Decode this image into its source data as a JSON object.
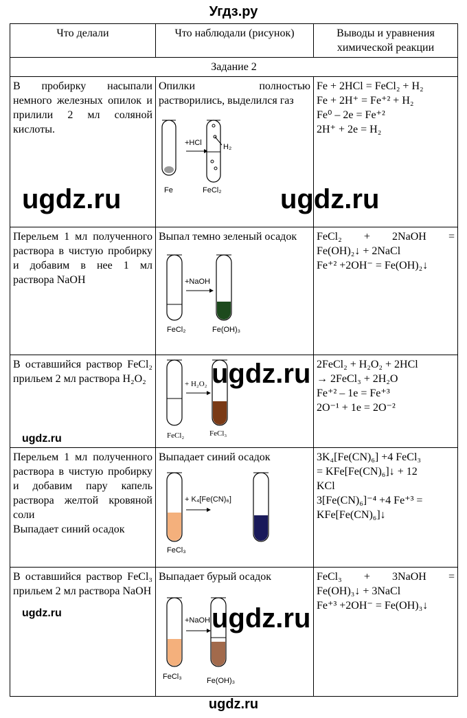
{
  "site": {
    "title": "Угдз.ру",
    "footer": "ugdz.ru"
  },
  "watermarks": {
    "big": "ugdz.ru",
    "small": "ugdz.ru"
  },
  "table": {
    "headers": [
      "Что делали",
      "Что наблюдали (рисунок)",
      "Выводы и уравнения химической реакции"
    ],
    "task_label": "Задание 2",
    "rows": [
      {
        "did": "В пробирку насыпали немного железных опилок и прилили 2 мл соляной кислоты.",
        "observed": "Опилки полностью растворились, выделился газ",
        "fig": {
          "reagent": "+HCl",
          "left_label": "Fe",
          "right_label": "FeCl₂",
          "gas_label": "H₂"
        },
        "eq": [
          "Fe + 2HCl = FeCl₂ + H₂",
          "Fe + 2H⁺ = Fe⁺² + H₂",
          "Fe⁰ – 2e = Fe⁺²",
          "2H⁺ + 2e = H₂"
        ]
      },
      {
        "did": "Перельем 1 мл полученного раствора в чистую пробирку и добавим в нее 1 мл раствора NaOH",
        "observed": "Выпал темно зеленый осадок",
        "fig": {
          "reagent": "+NaOH",
          "left_label": "FeCl₂",
          "right_label": "Fe(OH)₃"
        },
        "eq": [
          "FeCl₂ + 2NaOH =",
          "Fe(OH)₂↓ + 2NaCl",
          "Fe⁺² +2OH⁻ = Fe(OH)₂↓"
        ]
      },
      {
        "did": "В оставшийся раствор FeCl₂ прильем 2 мл раствора H₂O₂",
        "observed": "",
        "fig": {
          "reagent": "+ H₂O₂",
          "left_label": "FeCl₂",
          "right_label": "FeCl₃"
        },
        "eq": [
          "2FeCl₂ + H₂O₂ + 2HCl",
          "→ 2FeCl₃ + 2H₂O",
          "Fe⁺² – 1e = Fe⁺³",
          "2O⁻¹ + 1e = 2O⁻²"
        ]
      },
      {
        "did": "Перельем 1 мл полученного раствора в чистую пробирку и добавим пару капель раствора желтой кровяной соли",
        "did_extra": "Выпадает синий осадок",
        "observed": "Выпадает синий осадок",
        "fig": {
          "reagent": "+ K₄[Fe(CN)₆]",
          "left_label": "FeCl₃"
        },
        "eq": [
          "3K₄[Fe(CN)₆] +4 FeCl₃",
          "= KFe[Fe(CN)₆]↓ + 12",
          "KCl",
          "3[Fe(CN)₆]⁻⁴ +4 Fe⁺³ =",
          "KFe[Fe(CN)₆]↓"
        ]
      },
      {
        "did": "В оставшийся раствор FeCl₃ прильем 2 мл раствора NaOH",
        "observed": "Выпадает бурый осадок",
        "fig": {
          "reagent": "+NaOH",
          "left_label": "FeCl₃",
          "right_label": "Fe(OH)₃"
        },
        "eq": [
          "FeCl₃ + 3NaOH =",
          "Fe(OH)₃↓ + 3NaCl",
          "Fe⁺³ +2OH⁻ = Fe(OH)₃↓"
        ]
      }
    ]
  },
  "colors": {
    "iron_filings": "#9a9a9a",
    "green_precipitate": "#1d4a1d",
    "brown_solution": "#7a3a16",
    "orange_solution": "#f4b07c",
    "blue_precipitate": "#1a1a5a",
    "brown_precipitate": "#a26a4c"
  }
}
